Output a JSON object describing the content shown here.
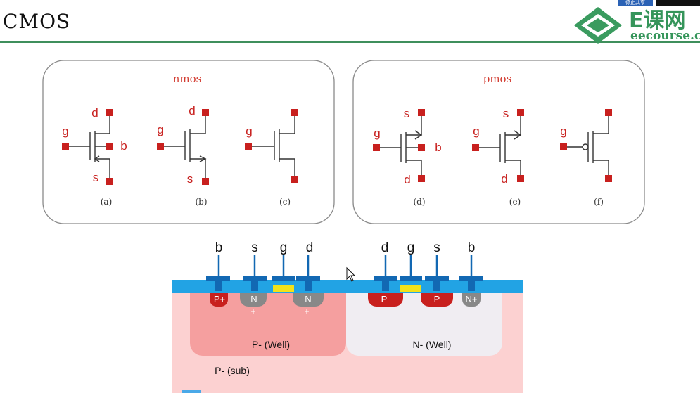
{
  "header": {
    "title": "CMOS",
    "logo_cn": "E课网",
    "logo_en": "eecourse.com",
    "top_chip": "停止共享"
  },
  "colors": {
    "accent_green": "#3f8f5c",
    "terminal_red": "#c8201e",
    "oxide_blue": "#22a3e4",
    "contact_blue": "#1268b3",
    "gate_yellow": "#f2e21b",
    "p_sub": "#fcd1d1",
    "p_well": "#f59f9f",
    "n_well": "#f0edf2",
    "implant_red": "#c8201e",
    "implant_gray": "#888888"
  },
  "symbols": {
    "nmos": {
      "heading": "nmos",
      "items": [
        {
          "caption": "(a)",
          "d": "d",
          "g": "g",
          "s": "s",
          "b": "b"
        },
        {
          "caption": "(b)",
          "d": "d",
          "g": "g",
          "s": "s"
        },
        {
          "caption": "(c)",
          "g": "g"
        }
      ]
    },
    "pmos": {
      "heading": "pmos",
      "items": [
        {
          "caption": "(d)",
          "s": "s",
          "g": "g",
          "d": "d",
          "b": "b"
        },
        {
          "caption": "(e)",
          "s": "s",
          "g": "g",
          "d": "d"
        },
        {
          "caption": "(f)",
          "g": "g"
        }
      ]
    }
  },
  "cross_section": {
    "terminals_left": [
      "b",
      "s",
      "g",
      "d"
    ],
    "terminals_right": [
      "d",
      "g",
      "s",
      "b"
    ],
    "implants": [
      "P+",
      "N",
      "N",
      "P",
      "P",
      "N+"
    ],
    "plus_marks": [
      "+",
      "+"
    ],
    "p_well_label": "P- (Well)",
    "n_well_label": "N- (Well)",
    "substrate_label": "P- (sub)"
  }
}
